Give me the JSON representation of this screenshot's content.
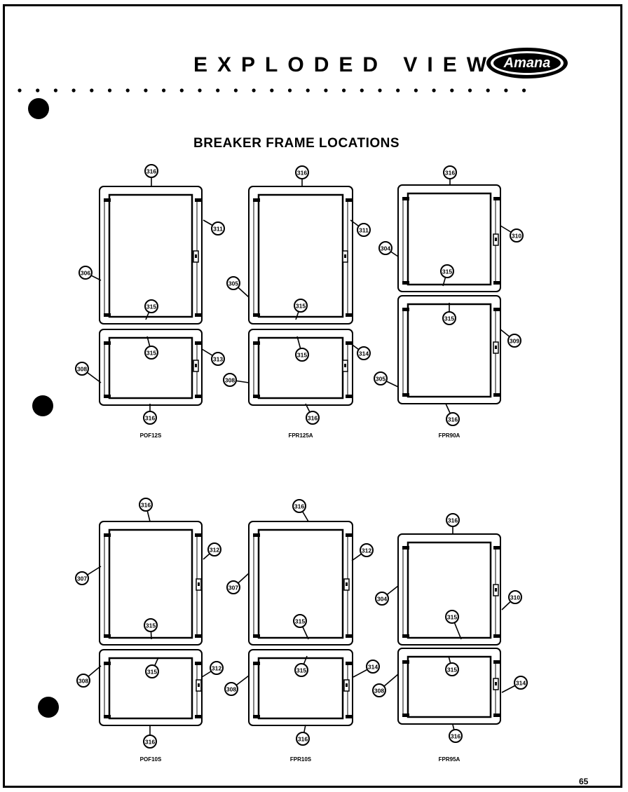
{
  "header": {
    "title": "EXPLODED VIEW",
    "brand": "Amana",
    "subtitle": "BREAKER FRAME LOCATIONS"
  },
  "page_number": "65",
  "callout_labels": [
    "304",
    "305",
    "306",
    "307",
    "308",
    "309",
    "310",
    "311",
    "312",
    "313",
    "314",
    "315",
    "316"
  ],
  "models": [
    {
      "id": "m1",
      "name": "POF12S",
      "labels": [
        "316",
        "311",
        "306",
        "315",
        "315",
        "313",
        "308",
        "316"
      ]
    },
    {
      "id": "m2",
      "name": "FPR125A",
      "labels": [
        "316",
        "311",
        "305",
        "315",
        "315",
        "314",
        "308",
        "316"
      ]
    },
    {
      "id": "m3",
      "name": "FPR90A",
      "labels": [
        "316",
        "310",
        "304",
        "315",
        "315",
        "309",
        "305",
        "316"
      ]
    },
    {
      "id": "m4",
      "name": "POF10S",
      "labels": [
        "316",
        "312",
        "307",
        "315",
        "315",
        "312",
        "308",
        "316"
      ]
    },
    {
      "id": "m5",
      "name": "FPR10S",
      "labels": [
        "316",
        "312",
        "307",
        "315",
        "315",
        "314",
        "308",
        "316"
      ]
    },
    {
      "id": "m6",
      "name": "FPR95A",
      "labels": [
        "316",
        "310",
        "304",
        "315",
        "315",
        "314",
        "308",
        "316"
      ]
    }
  ]
}
